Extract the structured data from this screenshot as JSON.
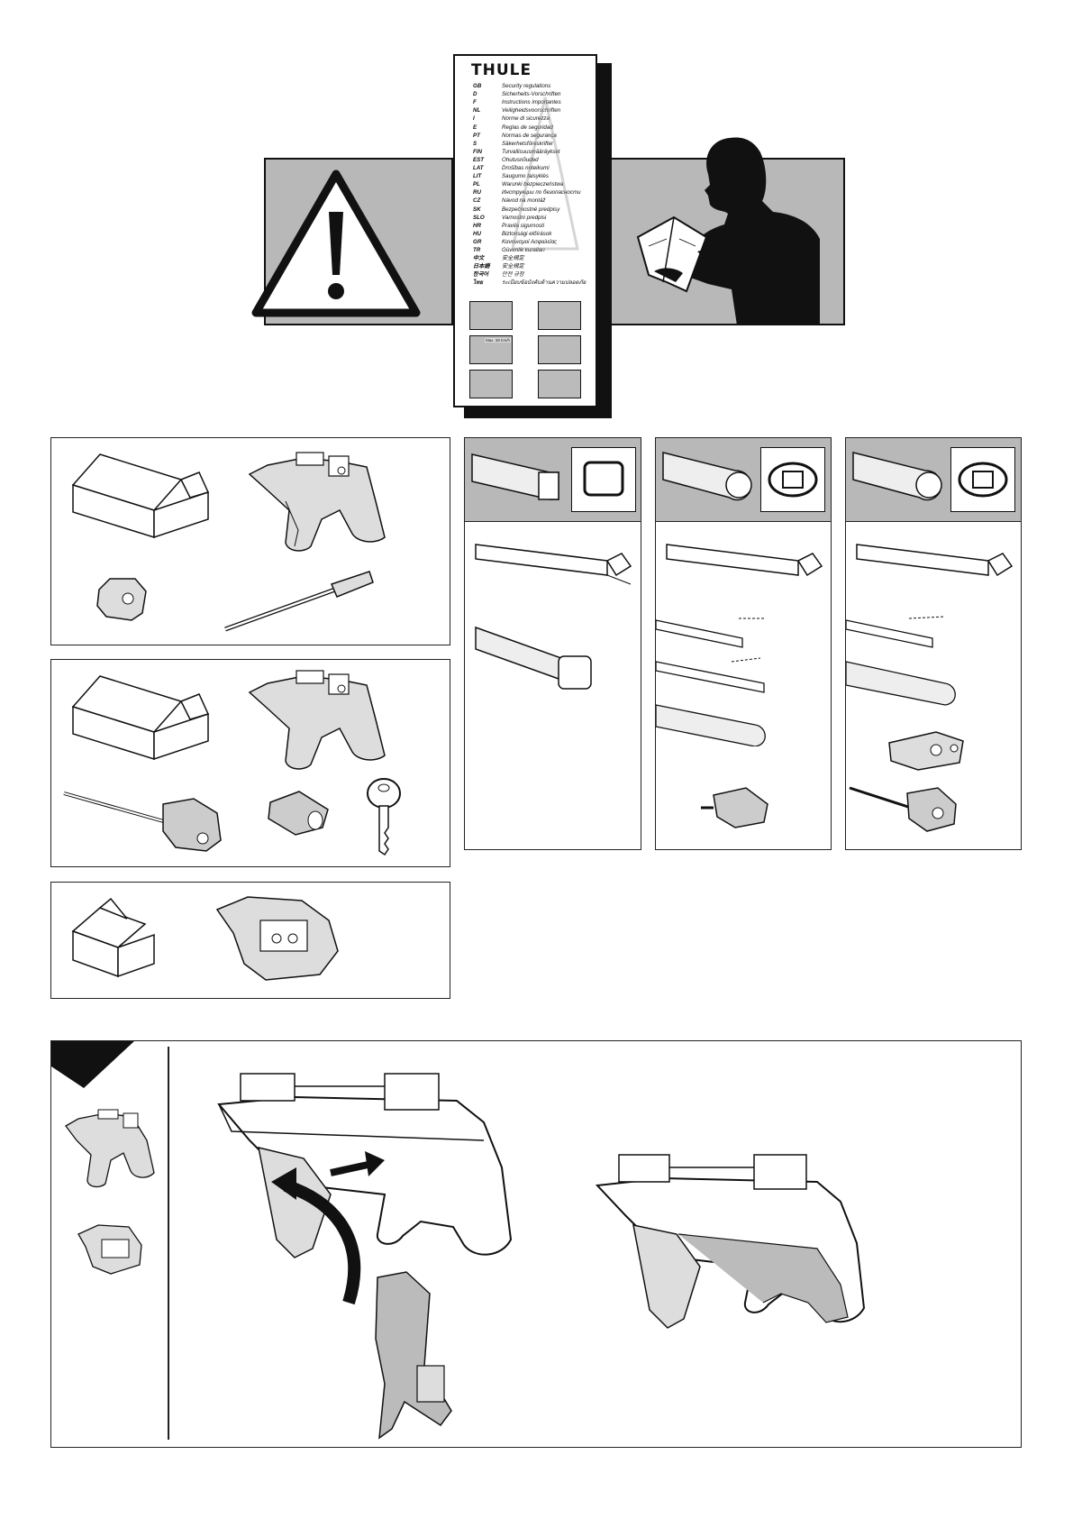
{
  "booklet": {
    "brand": "THULE",
    "languages": [
      {
        "code": "GB",
        "text": "Security regulations"
      },
      {
        "code": "D",
        "text": "Sicherheits-Vorschriften"
      },
      {
        "code": "F",
        "text": "Instructions importantes"
      },
      {
        "code": "NL",
        "text": "Veiligheidsvoorschriften"
      },
      {
        "code": "I",
        "text": "Norme di sicurezza"
      },
      {
        "code": "E",
        "text": "Reglas de seguridad"
      },
      {
        "code": "PT",
        "text": "Normas de segurança"
      },
      {
        "code": "S",
        "text": "Säkerhetsföreskrifter"
      },
      {
        "code": "FIN",
        "text": "Turvallisuusmääräykset"
      },
      {
        "code": "EST",
        "text": "Ohutusnõuded"
      },
      {
        "code": "LAT",
        "text": "Drošības noteikumi"
      },
      {
        "code": "LIT",
        "text": "Saugumo taisyklės"
      },
      {
        "code": "PL",
        "text": "Warunki bezpieczeństwa"
      },
      {
        "code": "RU",
        "text": "Инструкции по безопасности"
      },
      {
        "code": "CZ",
        "text": "Návod na montáž"
      },
      {
        "code": "SK",
        "text": "Bezpečnostné predpisy"
      },
      {
        "code": "SLO",
        "text": "Varnostni predpisi"
      },
      {
        "code": "HR",
        "text": "Pravila sigurnosti"
      },
      {
        "code": "HU",
        "text": "Biztonsági előírások"
      },
      {
        "code": "GR",
        "text": "Κανονισμοί Ασφαλείας"
      },
      {
        "code": "TR",
        "text": "Güvenlik kuralları"
      },
      {
        "code": "中文",
        "text": "安全規定"
      },
      {
        "code": "日本語",
        "text": "安全規定"
      },
      {
        "code": "한국어",
        "text": "안전 규정"
      },
      {
        "code": "ไทย",
        "text": "ระเบียบข้อบังคับด้านความปลอดภัย"
      }
    ],
    "thumb_label": "Max. 50 km/h"
  },
  "colors": {
    "band": "#b8b8b8",
    "ink": "#111111"
  },
  "icons": {
    "warning": "warning-triangle-icon",
    "reader": "person-reading-manual-icon"
  }
}
